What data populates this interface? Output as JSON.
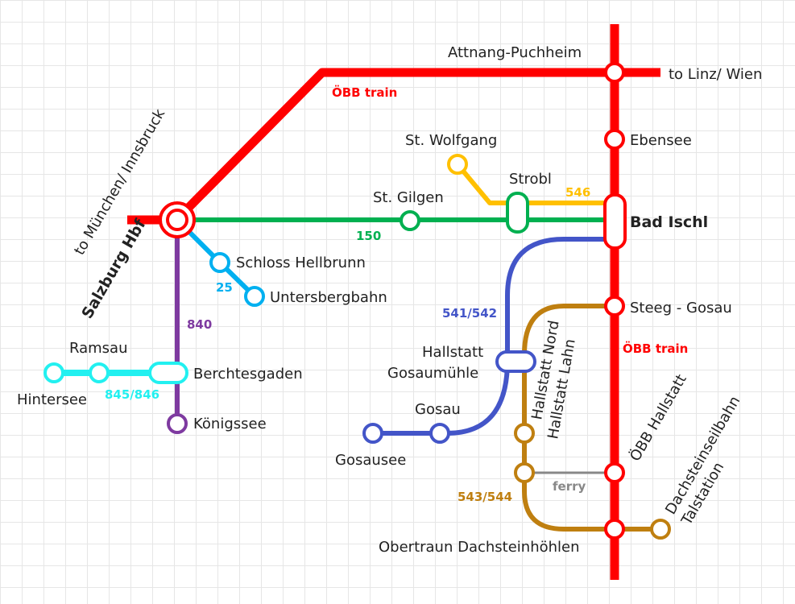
{
  "colors": {
    "rail": "#ff0000",
    "bus150": "#00b050",
    "bus546": "#ffc000",
    "bus541": "#4355c8",
    "bus543": "#bf7f10",
    "bus840": "#7e3aa0",
    "bus25": "#00b0f0",
    "bus845": "#22f0f0",
    "ferry": "#888888"
  },
  "stations": {
    "attnang": "Attnang-Puchheim",
    "linz": "to Linz/ Wien",
    "ebensee": "Ebensee",
    "bad_ischl": "Bad Ischl",
    "steeg": "Steeg - Gosau",
    "hallstatt_oebb": "ÖBB Hallstatt",
    "obertraun": "Obertraun Dachsteinhöhlen",
    "dachstein_line1": "Dachsteinseilbahn",
    "dachstein_line2": "Talstation",
    "munich": "to München/ Innsbruck",
    "salzburg": "Salzburg Hbf",
    "st_wolfgang": "St. Wolfgang",
    "strobl": "Strobl",
    "st_gilgen": "St. Gilgen",
    "hellbrunn": "Schloss Hellbrunn",
    "untersberg": "Untersbergbahn",
    "ramsau": "Ramsau",
    "hintersee": "Hintersee",
    "berchtesgaden": "Berchtesgaden",
    "koenigssee": "Königssee",
    "gosaumuehle_line1": "Hallstatt",
    "gosaumuehle_line2": "Gosaumühle",
    "gosau": "Gosau",
    "gosausee": "Gosausee",
    "hallstatt_nord": "Hallstatt Nord",
    "hallstatt_lahn": "Hallstatt Lahn"
  },
  "lines": {
    "oebb_top": "ÖBB train",
    "oebb_right": "ÖBB train",
    "l150": "150",
    "l546": "546",
    "l541": "541/542",
    "l543": "543/544",
    "l840": "840",
    "l25": "25",
    "l845": "845/846",
    "ferry": "ferry"
  }
}
